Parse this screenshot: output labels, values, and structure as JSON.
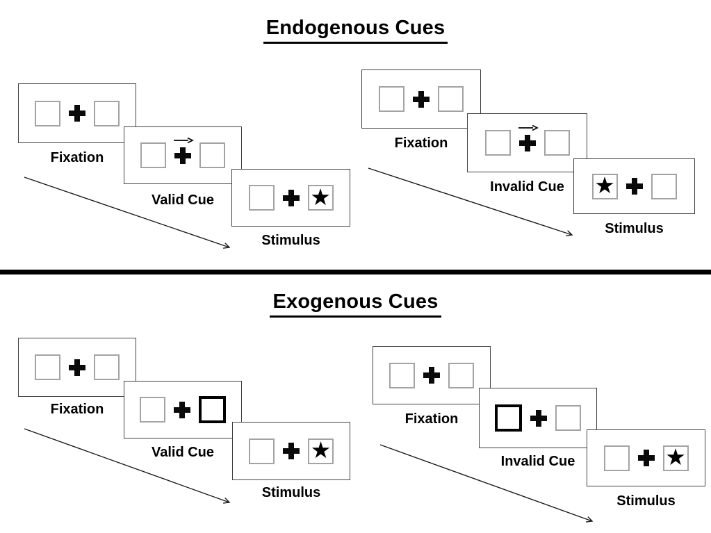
{
  "sections": [
    {
      "title": "Endogenous Cues",
      "groups": [
        {
          "name": "valid",
          "panels": [
            {
              "label": "Fixation"
            },
            {
              "label": "Valid Cue",
              "cue": "arrow-right-above-fixation"
            },
            {
              "label": "Stimulus",
              "star_side": "right"
            }
          ]
        },
        {
          "name": "invalid",
          "panels": [
            {
              "label": "Fixation"
            },
            {
              "label": "Invalid Cue",
              "cue": "arrow-right-above-fixation"
            },
            {
              "label": "Stimulus",
              "star_side": "left"
            }
          ]
        }
      ]
    },
    {
      "title": "Exogenous Cues",
      "groups": [
        {
          "name": "valid",
          "panels": [
            {
              "label": "Fixation"
            },
            {
              "label": "Valid Cue",
              "cue": "bold-box-right"
            },
            {
              "label": "Stimulus",
              "star_side": "right"
            }
          ]
        },
        {
          "name": "invalid",
          "panels": [
            {
              "label": "Fixation"
            },
            {
              "label": "Invalid Cue",
              "cue": "bold-box-left"
            },
            {
              "label": "Stimulus",
              "star_side": "right"
            }
          ]
        }
      ]
    }
  ],
  "glyphs": {
    "star": "★"
  },
  "colors": {
    "ink": "#000000",
    "panel_border": "#3f3f3f",
    "box_border": "#a3a3a3",
    "background": "#ffffff"
  }
}
